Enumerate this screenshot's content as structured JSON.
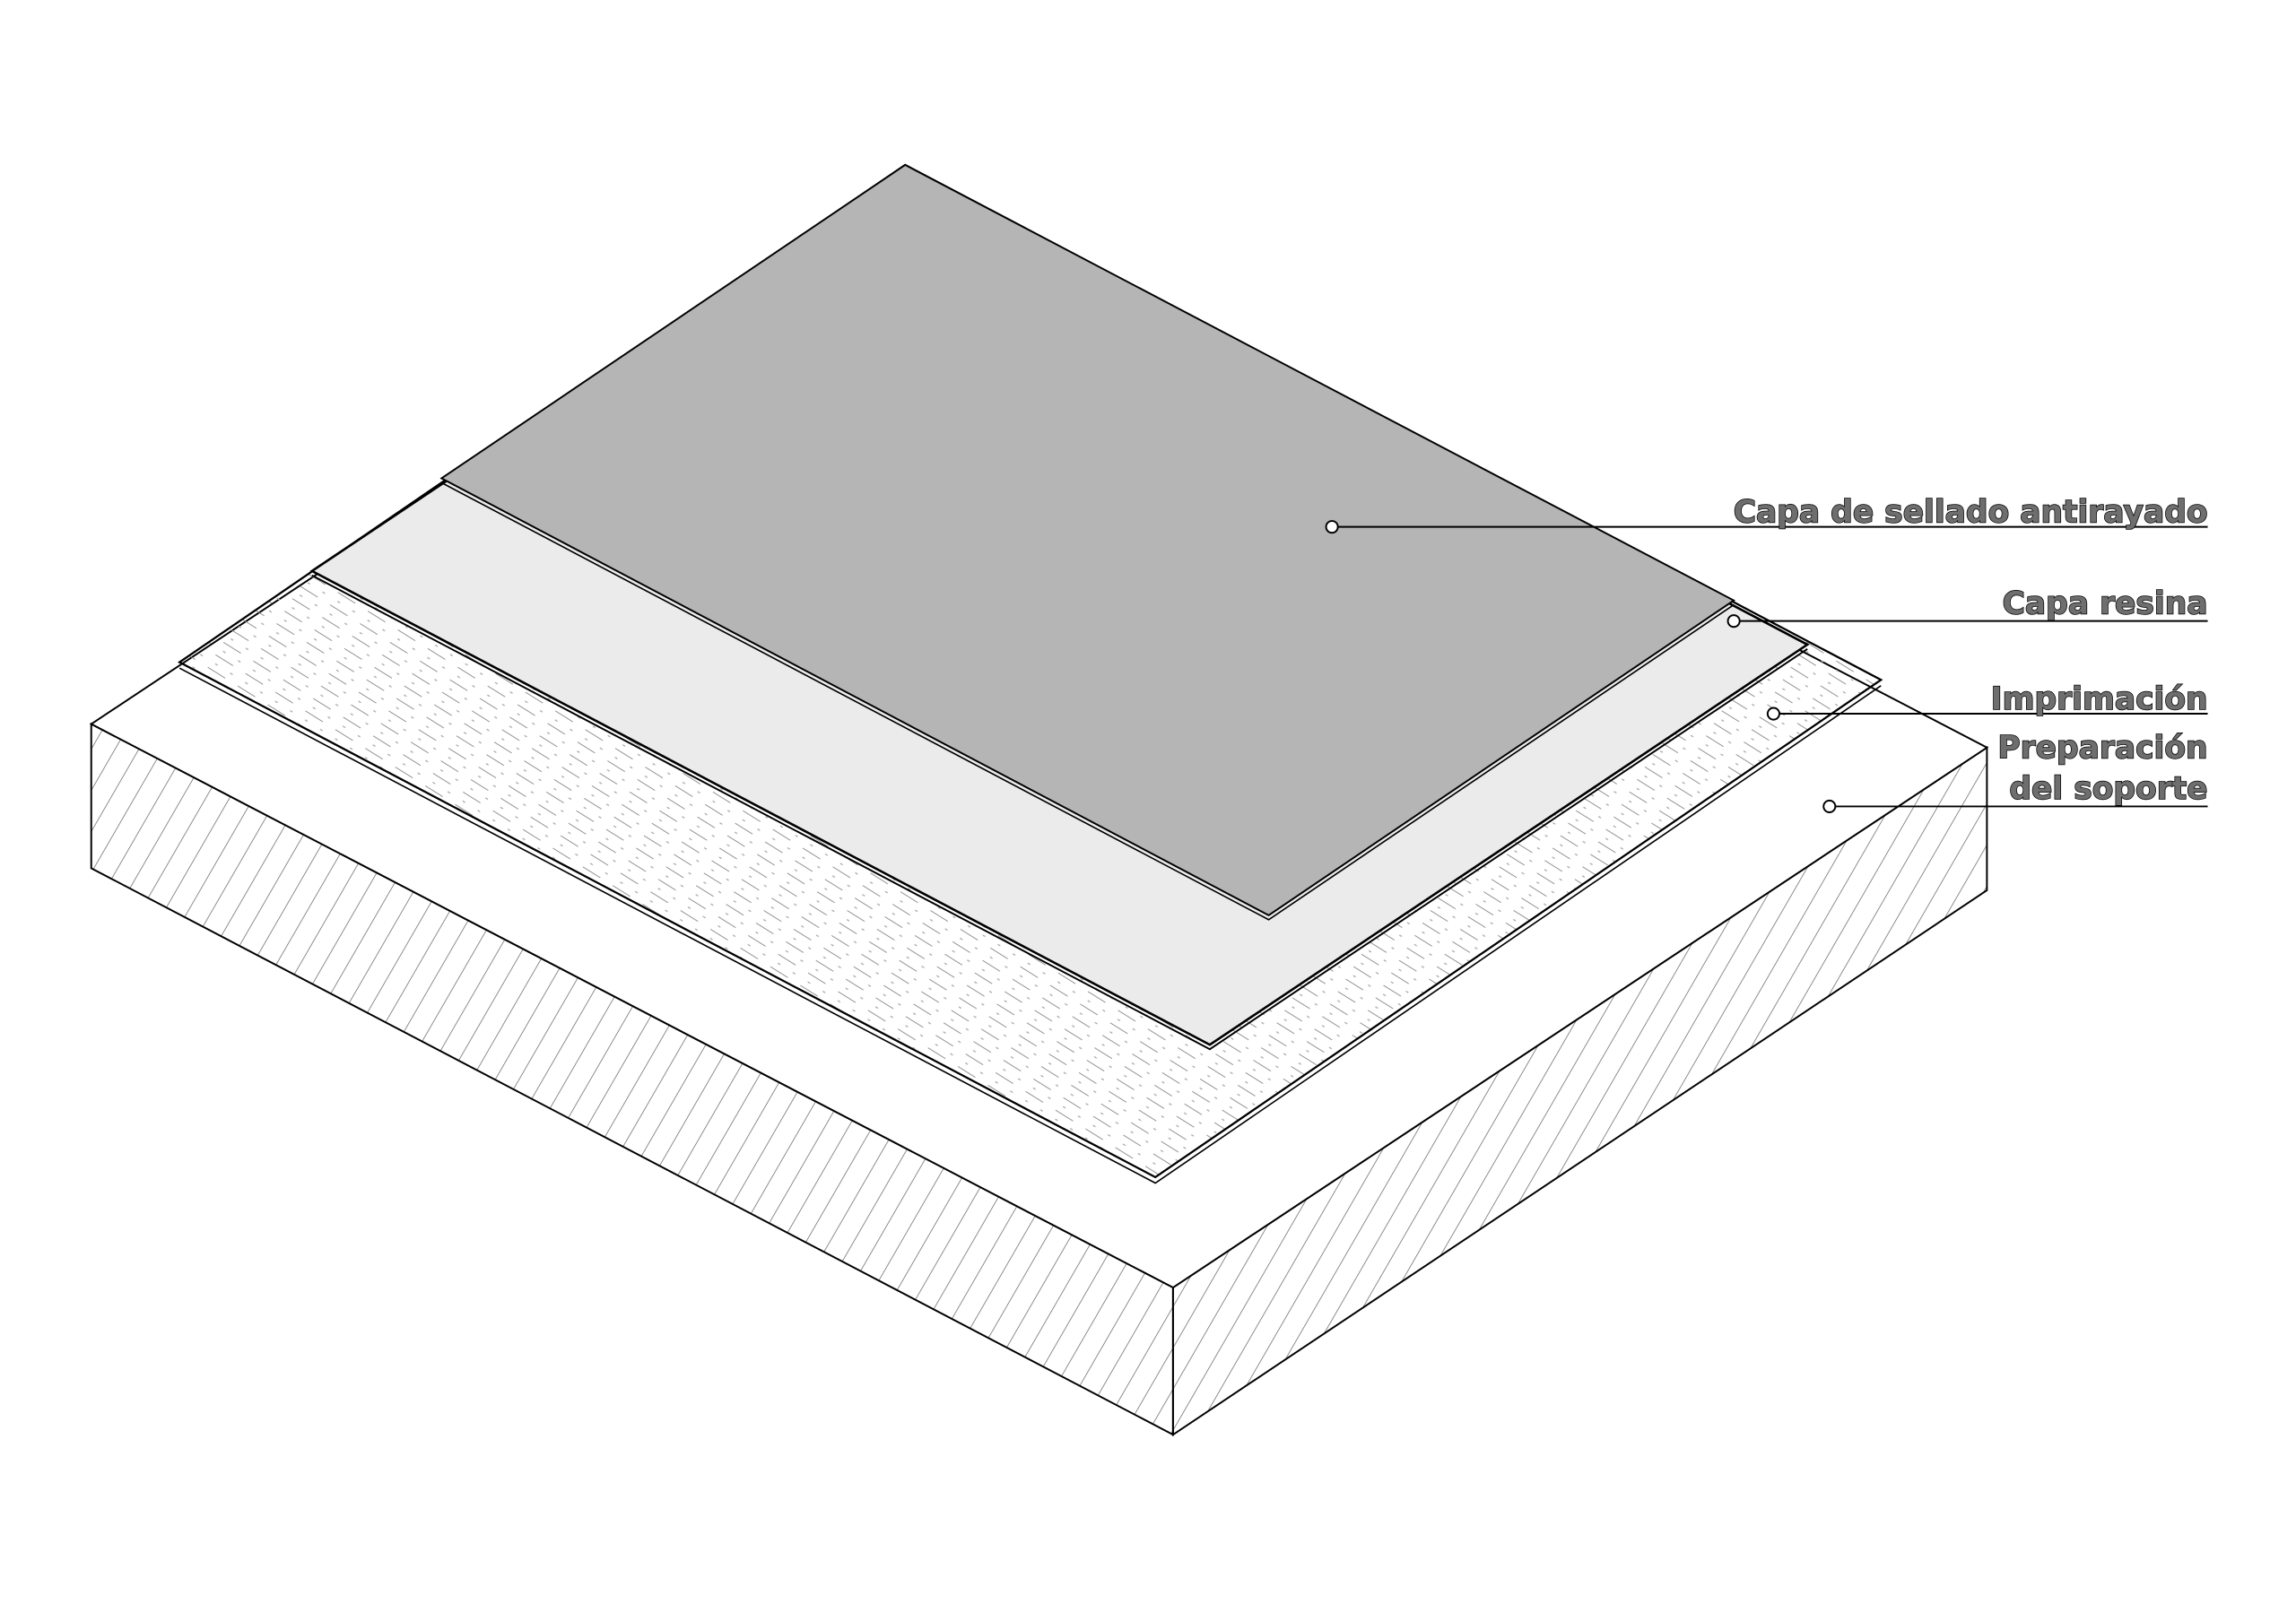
{
  "colors": {
    "sealer": "#b5b5b5",
    "resin": "#ebebeb",
    "primer": "#ffffff",
    "substrate": "#ffffff",
    "line": "#000000",
    "hatch": "#777777"
  },
  "labels": {
    "sealer": "Capa de sellado antirayado",
    "resin": "Capa resina",
    "primer": "Imprimación",
    "substrate_line1": "Preparación",
    "substrate_line2": "del soporte"
  }
}
